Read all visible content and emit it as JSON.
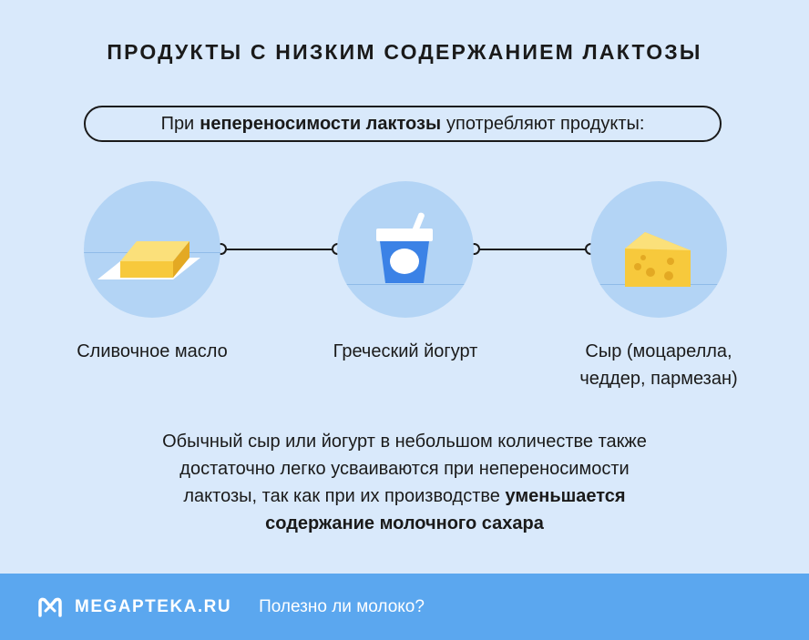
{
  "title": "ПРОДУКТЫ С НИЗКИМ СОДЕРЖАНИЕМ ЛАКТОЗЫ",
  "intro": {
    "prefix": "При",
    "bold": "непереносимости лактозы",
    "suffix": "употребляют продукты:"
  },
  "products": [
    {
      "label_line1": "Сливочное масло",
      "label_line2": "",
      "icon": "butter-icon"
    },
    {
      "label_line1": "Греческий йогурт",
      "label_line2": "",
      "icon": "yogurt-icon"
    },
    {
      "label_line1": "Сыр (моцарелла,",
      "label_line2": "чеддер, пармезан)",
      "icon": "cheese-icon"
    }
  ],
  "note": {
    "line1": "Обычный сыр или йогурт в небольшом количестве также",
    "line2": "достаточно легко усваиваются при непереносимости",
    "line3_plain": "лактозы, так как при их производстве",
    "line3_bold": "уменьшается",
    "line4_bold": "содержание молочного сахара"
  },
  "footer": {
    "brand": "MEGAPTEKA.RU",
    "link": "Полезно ли молоко?",
    "logo_icon": "megapteka-logo-icon"
  },
  "colors": {
    "background": "#d9e9fb",
    "circle": "#b3d4f5",
    "footer": "#5ba7ef",
    "accent_yellow": "#f7c93c"
  }
}
